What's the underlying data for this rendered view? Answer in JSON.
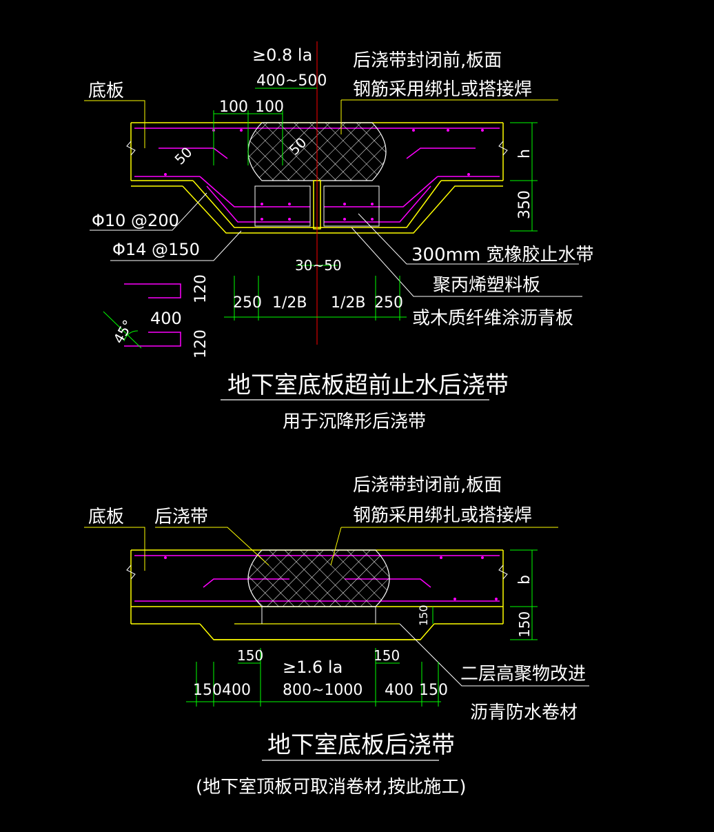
{
  "colors": {
    "background": "#000000",
    "text": "#ffffff",
    "concrete_outline": "#ffff00",
    "rebar": "#ff00ff",
    "dimension": "#00ff00",
    "leader": "#ffff00",
    "center_line": "#ff0000",
    "hatch": "#ffffff",
    "stirrup": "#ffffff"
  },
  "top_detail": {
    "label_slab": "底板",
    "note_line1": "后浇带封闭前,板面",
    "note_line2": "钢筋采用绑扎或搭接焊",
    "dim_lap": "≥0.8 la",
    "dim_width": "400~500",
    "dim_100a": "100",
    "dim_100b": "100",
    "dim_50a": "50",
    "dim_50b": "50",
    "dim_h": "h",
    "dim_350": "350",
    "rebar_1": "Φ10 @200",
    "rebar_2": "Φ14 @150",
    "waterstop": "300mm  宽橡胶止水带",
    "board1": "聚丙烯塑料板",
    "board2": "或木质纤维涂沥青板",
    "dim_30_50": "30~50",
    "dim_250a": "250",
    "dim_halfB_a": "1/2B",
    "dim_halfB_b": "1/2B",
    "dim_250b": "250",
    "key_400": "400",
    "key_120a": "120",
    "key_120b": "120",
    "key_45": "45°",
    "title": "地下室底板超前止水后浇带",
    "subtitle": "用于沉降形后浇带"
  },
  "bottom_detail": {
    "label_slab": "底板",
    "label_band": "后浇带",
    "note_line1": "后浇带封闭前,板面",
    "note_line2": "钢筋采用绑扎或搭接焊",
    "dim_b": "b",
    "dim_150_right_a": "150",
    "dim_150_right_b": "150",
    "dim_150_a": "150",
    "dim_150_b": "150",
    "dim_lap": "≥1.6 la",
    "dim_150_c": "150",
    "dim_400_a": "400",
    "dim_width": "800~1000",
    "dim_400_b": "400",
    "dim_150_d": "150",
    "membrane1": "二层高聚物改进",
    "membrane2": "沥青防水卷材",
    "title": "地下室底板后浇带",
    "subtitle": "(地下室顶板可取消卷材,按此施工)"
  }
}
